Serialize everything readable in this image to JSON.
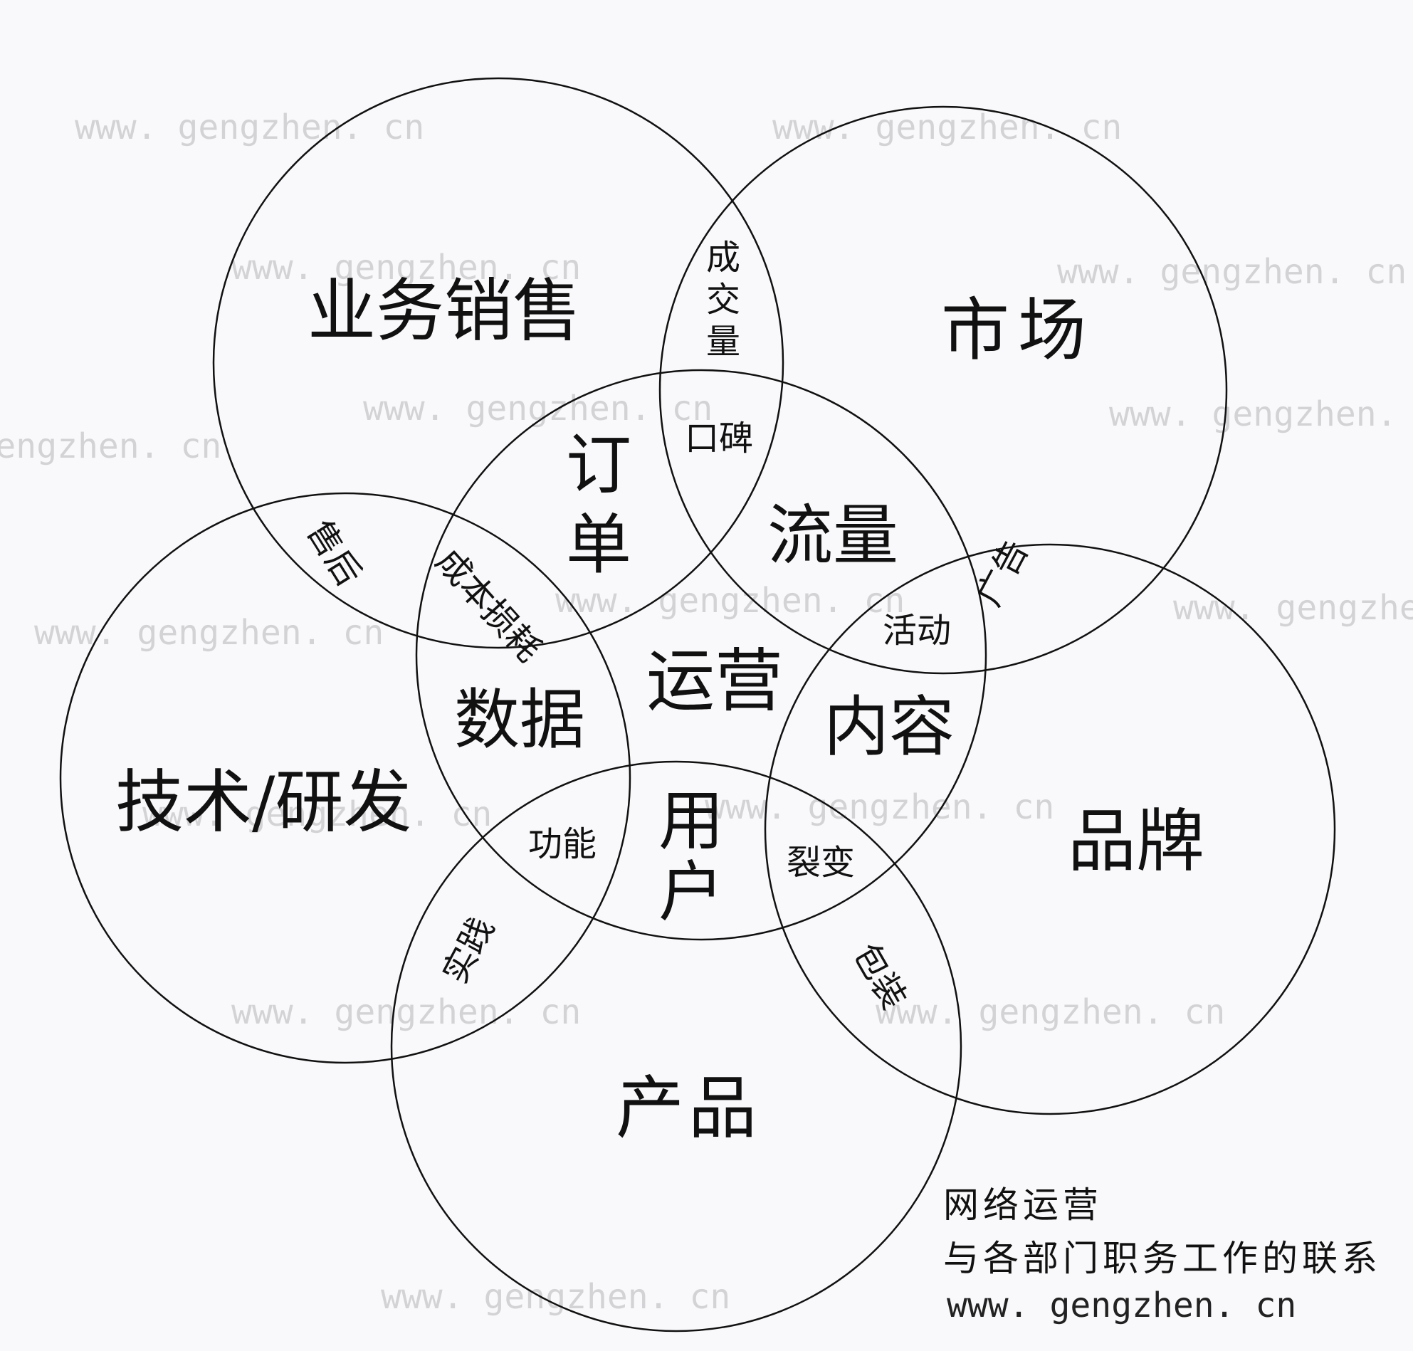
{
  "watermark": "www. gengzhen. cn",
  "circles": {
    "sales": "业务销售",
    "market": "市场",
    "tech": "技术/研发",
    "brand": "品牌",
    "product": "产品",
    "operations": "运营"
  },
  "overlaps": {
    "order": "订单",
    "traffic": "流量",
    "data": "数据",
    "content": "内容",
    "user": "用户",
    "deal_volume": "成交量",
    "word_of_mouth": "口碑",
    "after_sales": "售后",
    "cost_loss": "成本损耗",
    "activity": "活动",
    "ads": "广告",
    "function": "功能",
    "fission": "裂变",
    "implementation": "实践",
    "packaging": "包装"
  },
  "caption": {
    "line1": "网络运营",
    "line2": "与各部门职务工作的联系",
    "url": "www. gengzhen. cn"
  }
}
